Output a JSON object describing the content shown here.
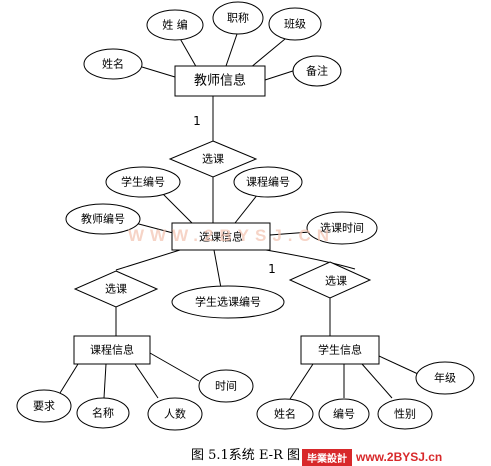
{
  "diagram": {
    "entities": {
      "teacher": "教师信息",
      "selection": "选课信息",
      "course": "课程信息",
      "student": "学生信息"
    },
    "relationships": {
      "top": "选课",
      "left": "选课",
      "right": "选课"
    },
    "attributes": {
      "t_surname": "姓 编",
      "t_title": "职称",
      "t_class": "班级",
      "t_name": "姓名",
      "t_note": "备注",
      "s_student_no": "学生编号",
      "s_course_no": "课程编号",
      "s_teacher_no": "教师编号",
      "s_time": "选课时间",
      "s_sel_no": "学生选课编号",
      "c_req": "要求",
      "c_name": "名称",
      "c_count": "人数",
      "c_time": "时间",
      "st_name": "姓名",
      "st_no": "编号",
      "st_gender": "性别",
      "st_grade": "年级"
    },
    "cardinalities": {
      "one_top": "1",
      "one_right": "1"
    }
  },
  "caption": "图 5.1系统 E-R 图",
  "watermark": "WWW.2BYSJ.CN",
  "logo": {
    "name": "毕業設計",
    "url": "www.2BYSJ.cn"
  }
}
